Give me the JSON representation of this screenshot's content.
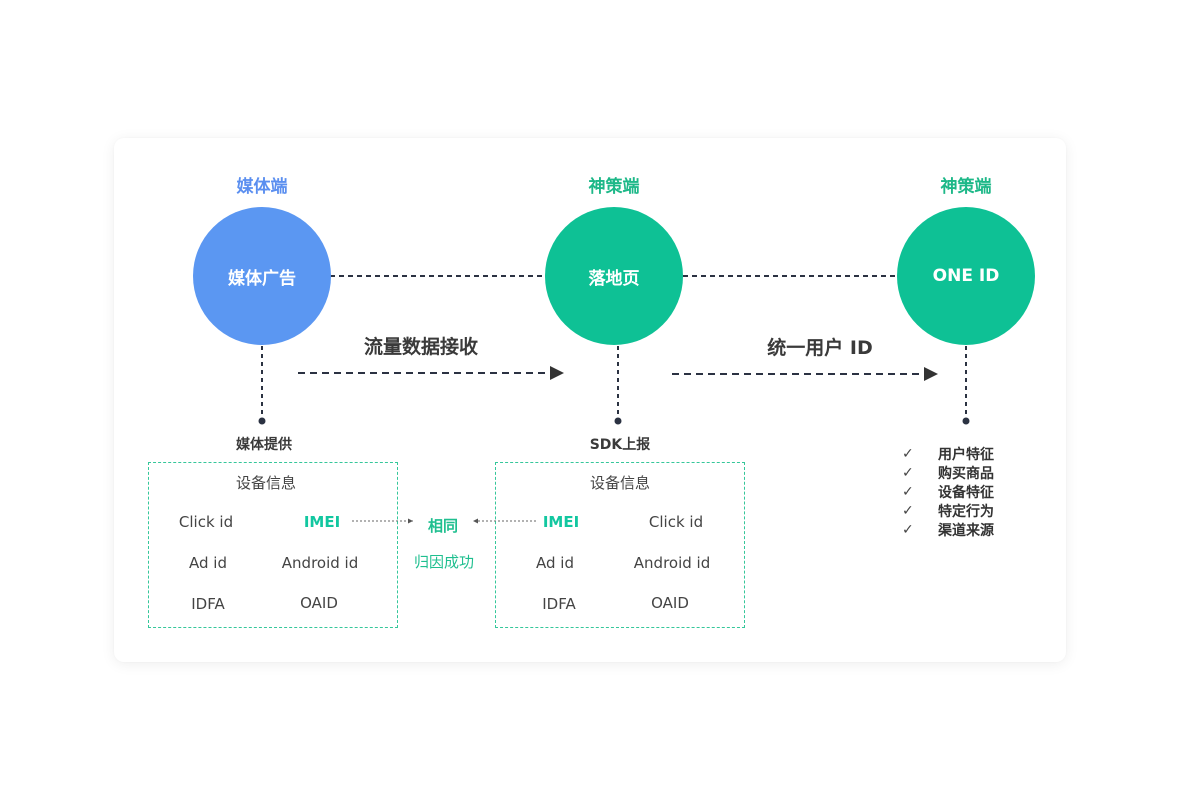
{
  "nodes": [
    {
      "role": "媒体端",
      "role_color": "#5b8ff0",
      "label": "媒体广告",
      "circle_color": "#5b97f2"
    },
    {
      "role": "神策端",
      "role_color": "#1db888",
      "label": "落地页",
      "circle_color": "#0ec195"
    },
    {
      "role": "神策端",
      "role_color": "#1db888",
      "label": "ONE ID",
      "circle_color": "#0ec195"
    }
  ],
  "flows": {
    "first": "流量数据接收",
    "second": "统一用户 ID"
  },
  "sources": {
    "media": "媒体提供",
    "sdk": "SDK上报"
  },
  "left_box": {
    "title": "设备信息",
    "items": [
      "Click id",
      "IMEI",
      "Ad  id",
      "Android id",
      "IDFA",
      "OAID"
    ]
  },
  "right_box": {
    "title": "设备信息",
    "items": [
      "IMEI",
      "Click id",
      "Ad  id",
      "Android id",
      "IDFA",
      "OAID"
    ]
  },
  "match": {
    "same": "相同",
    "success": "归因成功"
  },
  "features": [
    "用户特征",
    "购买商品",
    "设备特征",
    "特定行为",
    "渠道来源"
  ],
  "check_glyph": "✓"
}
